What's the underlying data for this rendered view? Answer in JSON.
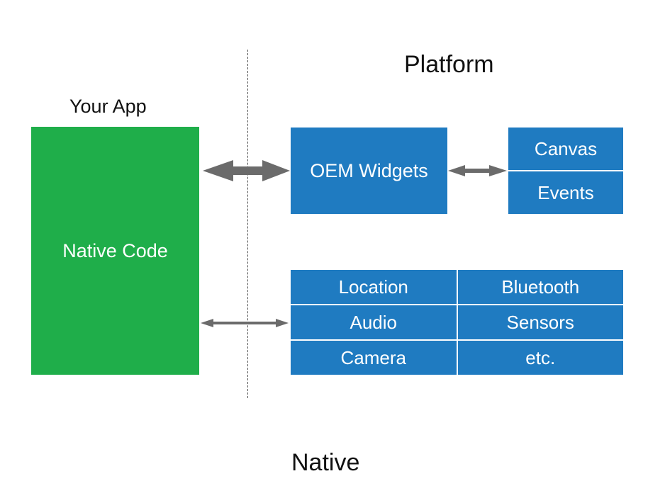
{
  "labels": {
    "platform": "Platform",
    "your_app": "Your App",
    "native": "Native"
  },
  "boxes": {
    "native_code": "Native Code",
    "oem_widgets": "OEM Widgets",
    "canvas": "Canvas",
    "events": "Events"
  },
  "services": [
    "Location",
    "Bluetooth",
    "Audio",
    "Sensors",
    "Camera",
    "etc."
  ],
  "colors": {
    "app_green": "#1fae4a",
    "platform_blue": "#1f7bc1",
    "arrow_gray": "#6b6b6b"
  }
}
